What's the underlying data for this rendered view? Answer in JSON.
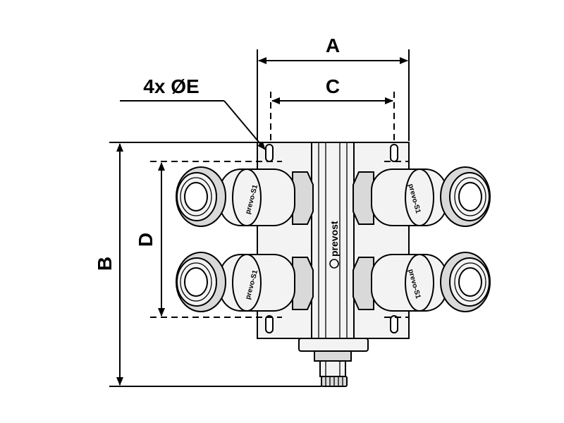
{
  "dimensions": {
    "a": "A",
    "b": "B",
    "c": "C",
    "d": "D",
    "holes": "4x ØE"
  },
  "manifold_brand": "prevost",
  "coupler_brand": "prevo-S1",
  "colors": {
    "line": "#000000",
    "body": "#f3f3f3",
    "shade": "#d9d9d9"
  }
}
